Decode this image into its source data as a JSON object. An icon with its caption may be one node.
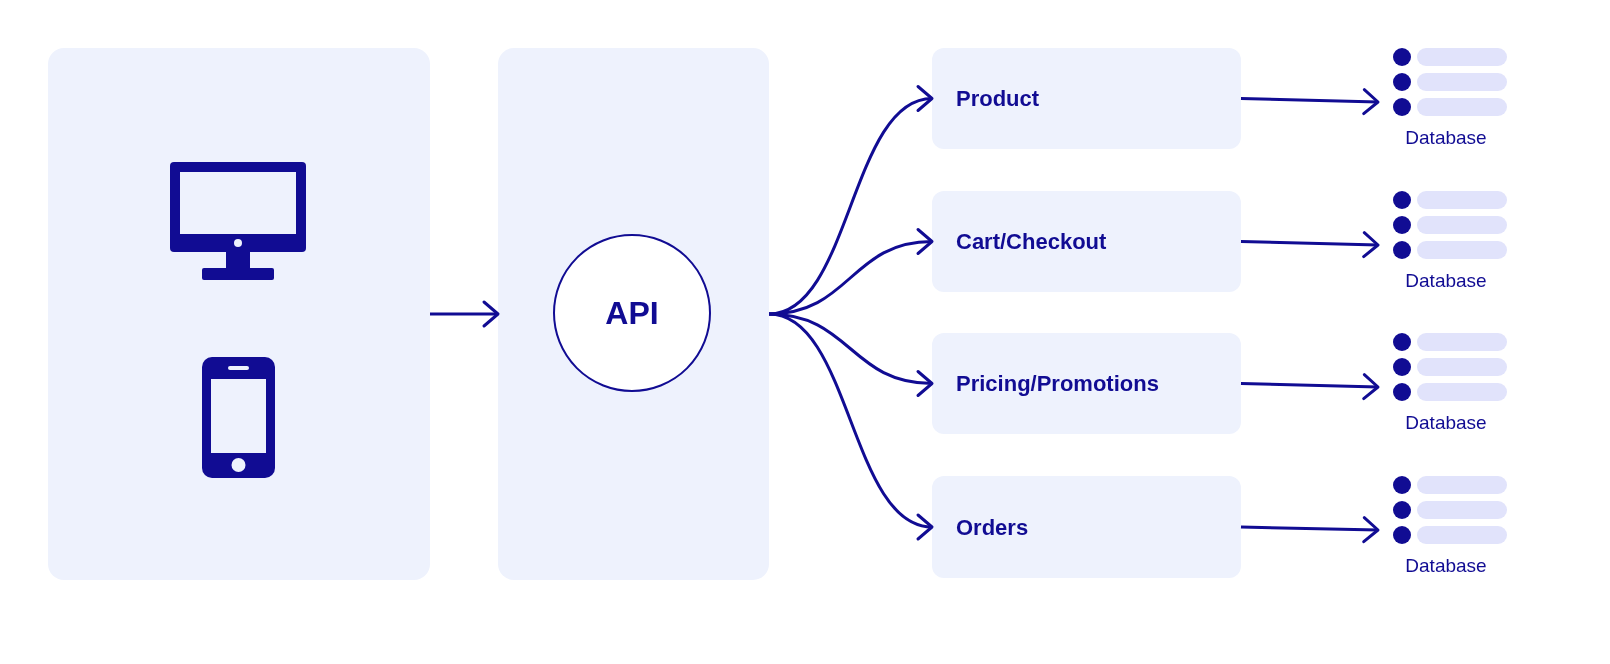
{
  "diagram": {
    "nodes": [
      {
        "text": [],
        "shape": "box"
      },
      {
        "text": [],
        "shape": "box"
      },
      {
        "text": [
          "API"
        ],
        "in": 1
      },
      {
        "text": [
          "Product"
        ]
      },
      {
        "text": [
          "Cart/Checkout"
        ]
      },
      {
        "text": [
          "Pricing/Promotions"
        ]
      },
      {
        "text": [
          "Orders"
        ]
      },
      {
        "text": [
          "Database"
        ]
      },
      {
        "text": [
          "Database"
        ]
      },
      {
        "text": [
          "Database"
        ]
      },
      {
        "text": [
          "Database"
        ]
      }
    ],
    "edges": [
      {
        "from": 0,
        "to": 1,
        "arrow": "to"
      },
      {
        "from": 1,
        "to": 3,
        "arrow": "to"
      },
      {
        "from": 1,
        "to": 4,
        "arrow": "to"
      },
      {
        "from": 1,
        "to": 5,
        "arrow": "to"
      },
      {
        "from": 1,
        "to": 6,
        "arrow": "to"
      },
      {
        "from": 3,
        "to": 7,
        "arrow": "to"
      },
      {
        "from": 4,
        "to": 8,
        "arrow": "to"
      },
      {
        "from": 5,
        "to": 9,
        "arrow": "to"
      },
      {
        "from": 6,
        "to": 10,
        "arrow": "to"
      }
    ]
  }
}
